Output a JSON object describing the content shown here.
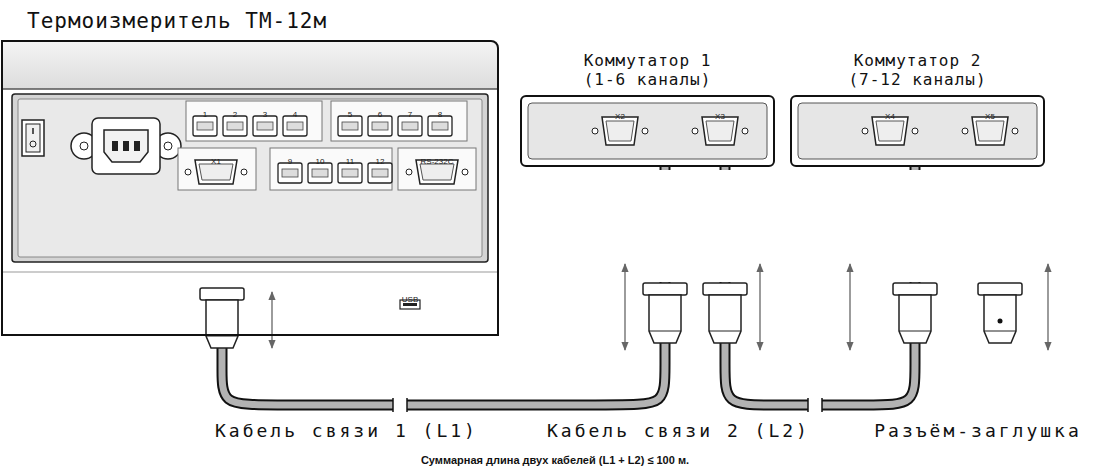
{
  "diagram": {
    "caption": "Суммарная длина двух кабелей (L1 + L2) ≤ 100 м.",
    "nodes": [
      {
        "text": [
          "Термоизмеритель ТМ-12м"
        ]
      },
      {
        "text": [
          "Коммутатор 1 (1-6 каналы)"
        ]
      },
      {
        "text": [
          "Коммутатор 2 (7-12 каналы)"
        ]
      }
    ],
    "edges": [
      {
        "from": 0,
        "to": 1,
        "arrow": "none",
        "label": "Кабель связи 1 (L1)"
      },
      {
        "from": 1,
        "to": 2,
        "arrow": "none",
        "label": "Кабель связи 2 (L2)"
      }
    ],
    "labels": [
      "1",
      "2",
      "3",
      "4",
      "5",
      "6",
      "7",
      "8",
      "X1",
      "9",
      "10",
      "11",
      "12",
      "RS-232C",
      "USB",
      "X2",
      "X3",
      "X4",
      "X5",
      "Разъём-заглушка"
    ]
  }
}
